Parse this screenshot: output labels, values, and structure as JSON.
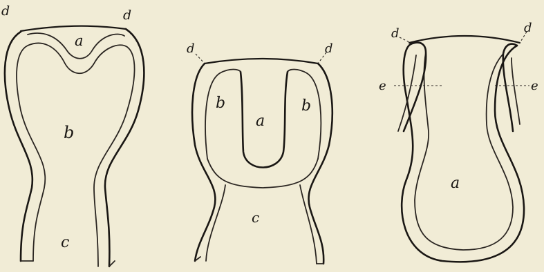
{
  "figures": [
    {
      "labels": {
        "rim_left": "d",
        "rim_right": "d",
        "cavity_top": "a",
        "cavity_middle": "b",
        "cavity_bottom": "c"
      }
    },
    {
      "labels": {
        "rim_left": "d",
        "rim_right": "d",
        "left_fold": "b",
        "center": "a",
        "right_fold": "b",
        "bottom": "c"
      }
    },
    {
      "labels": {
        "rim_left": "d",
        "rim_right": "d",
        "side_left": "e",
        "side_right": "e",
        "cavity": "a"
      }
    }
  ],
  "colors": {
    "paper": "#f1ecd6",
    "ink": "#1a1714"
  }
}
